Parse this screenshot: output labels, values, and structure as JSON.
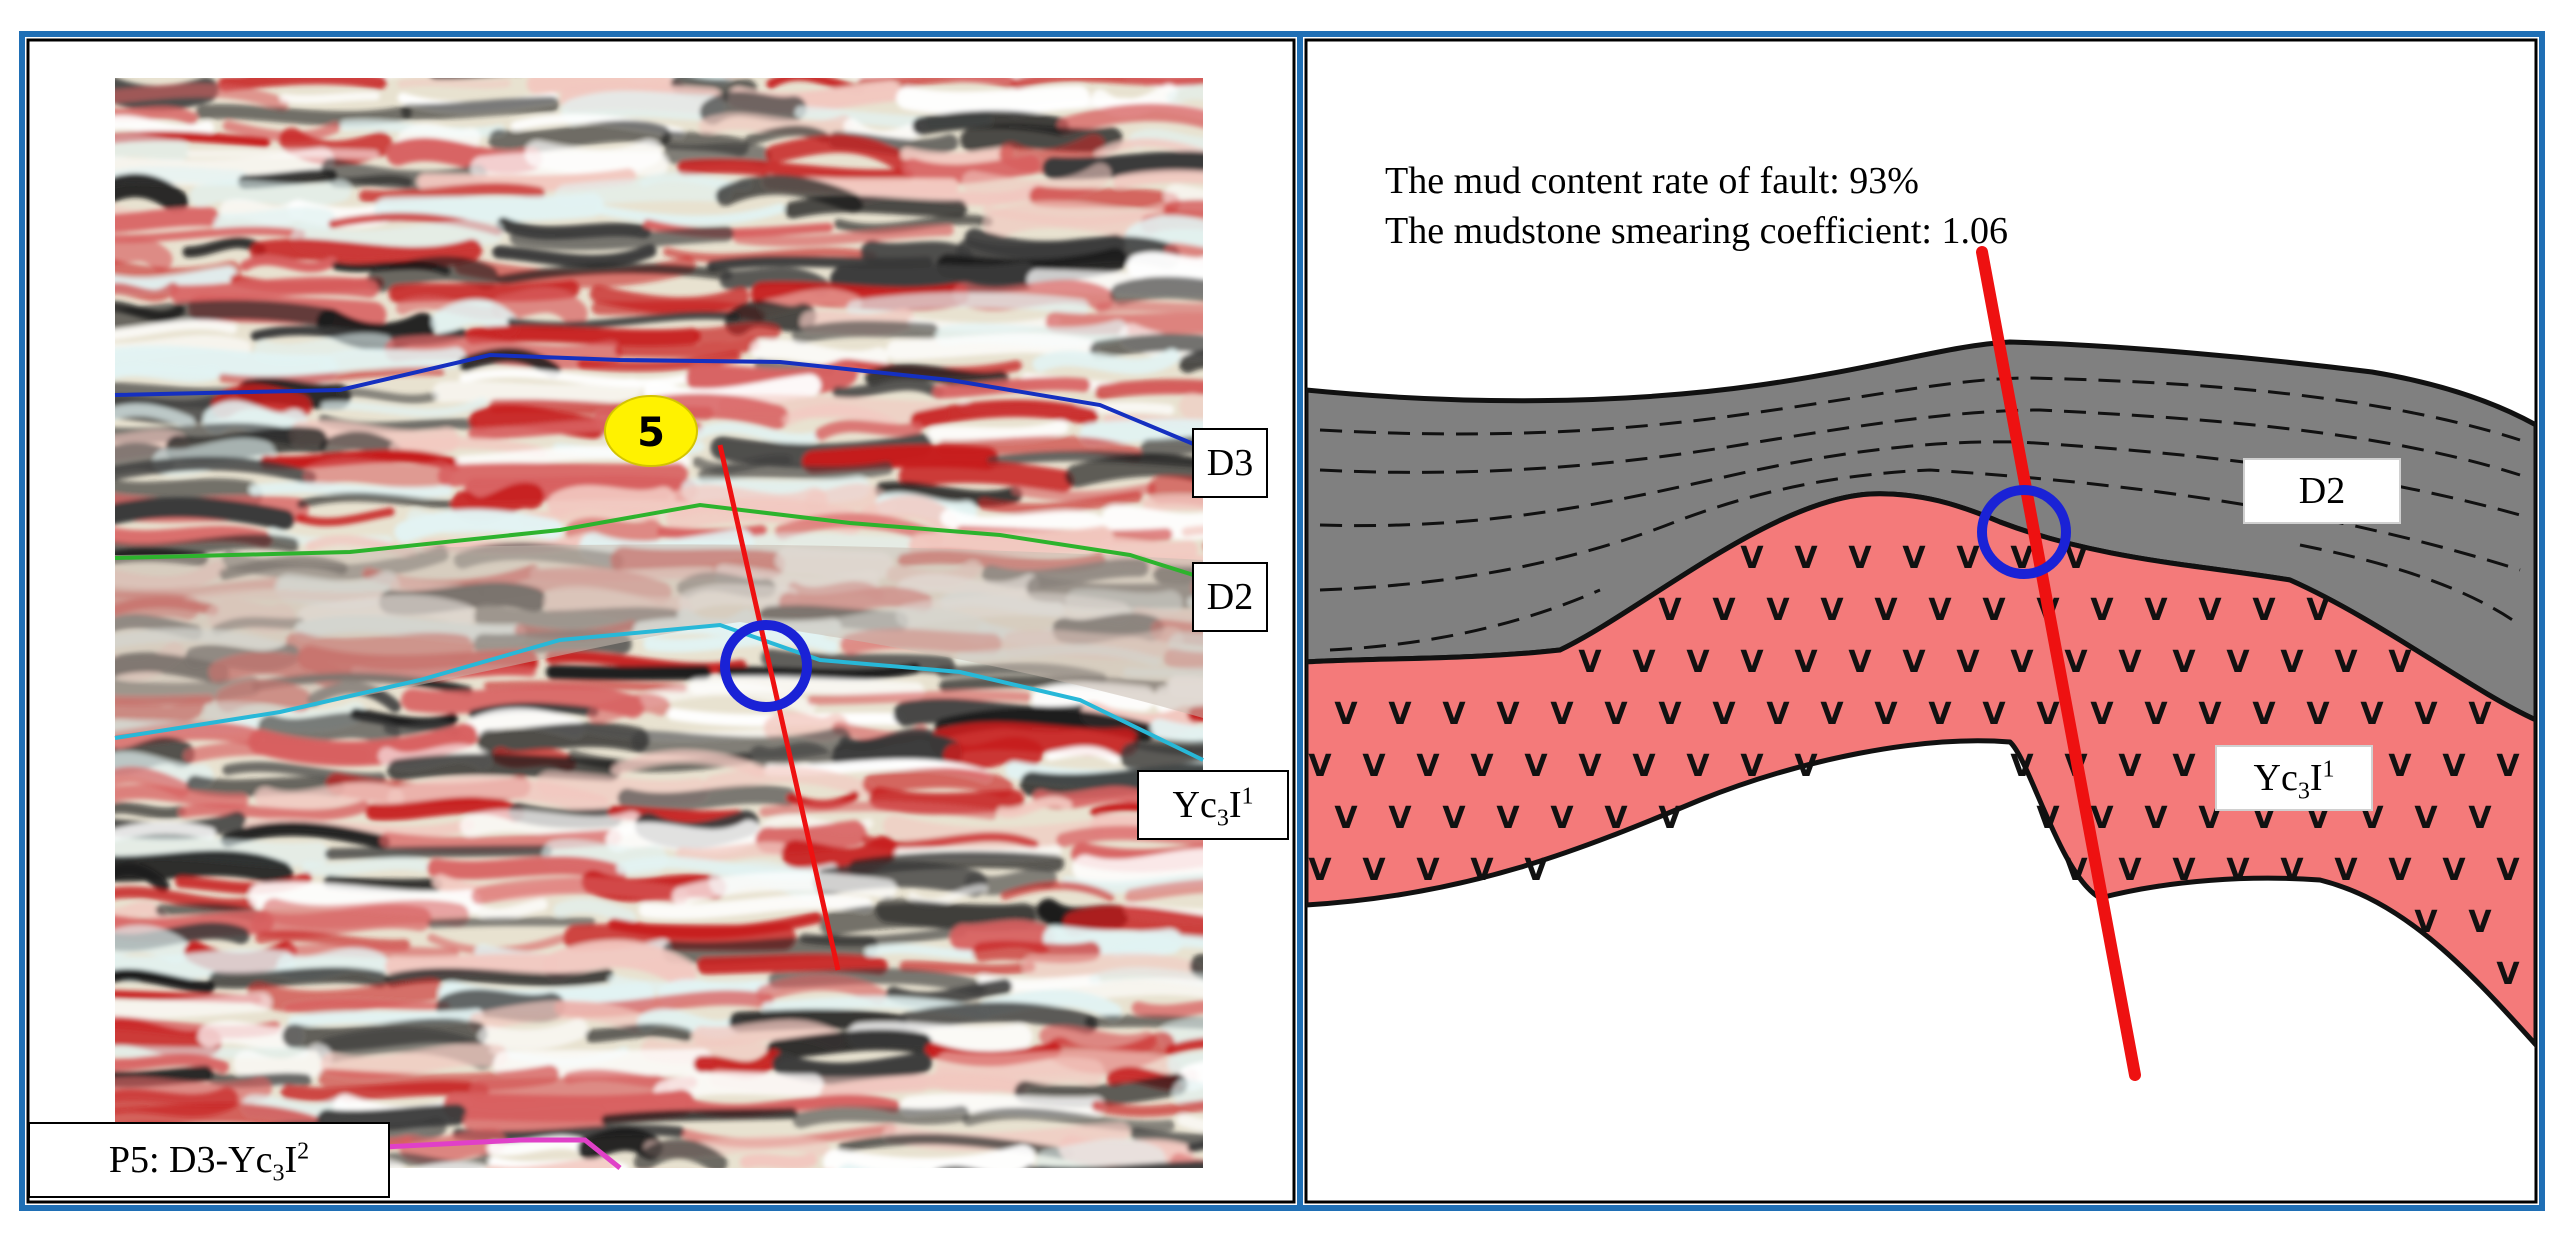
{
  "left_panel": {
    "fault_number": "5",
    "horizon_labels": {
      "d3": "D3",
      "d2": "D2",
      "yc": {
        "base": "Yc",
        "sub": "3",
        "mid": "I",
        "sup": "1"
      }
    },
    "caption": {
      "prefix": "P5: D3-Yc",
      "sub": "3",
      "mid": "I",
      "sup": "2"
    }
  },
  "right_panel": {
    "annotation_line1": "The  mud content rate of fault: 93%",
    "annotation_line2": "The mudstone smearing coefficient: 1.06",
    "layer_labels": {
      "d2": "D2",
      "yc": {
        "base": "Yc",
        "sub": "3",
        "mid": "I",
        "sup": "1"
      }
    },
    "volcanic_symbol": "V"
  },
  "colors": {
    "frame_blue": "#1f6fb5",
    "horizon_d3": "#1530c0",
    "horizon_d2": "#2db32d",
    "horizon_yc": "#28b8d8",
    "horizon_p5": "#e040c8",
    "fault": "#ee1111",
    "seal_circle": "#1a22d6",
    "mudstone": "#808080",
    "volcanic": "#f47a7a",
    "badge": "#fff200"
  }
}
